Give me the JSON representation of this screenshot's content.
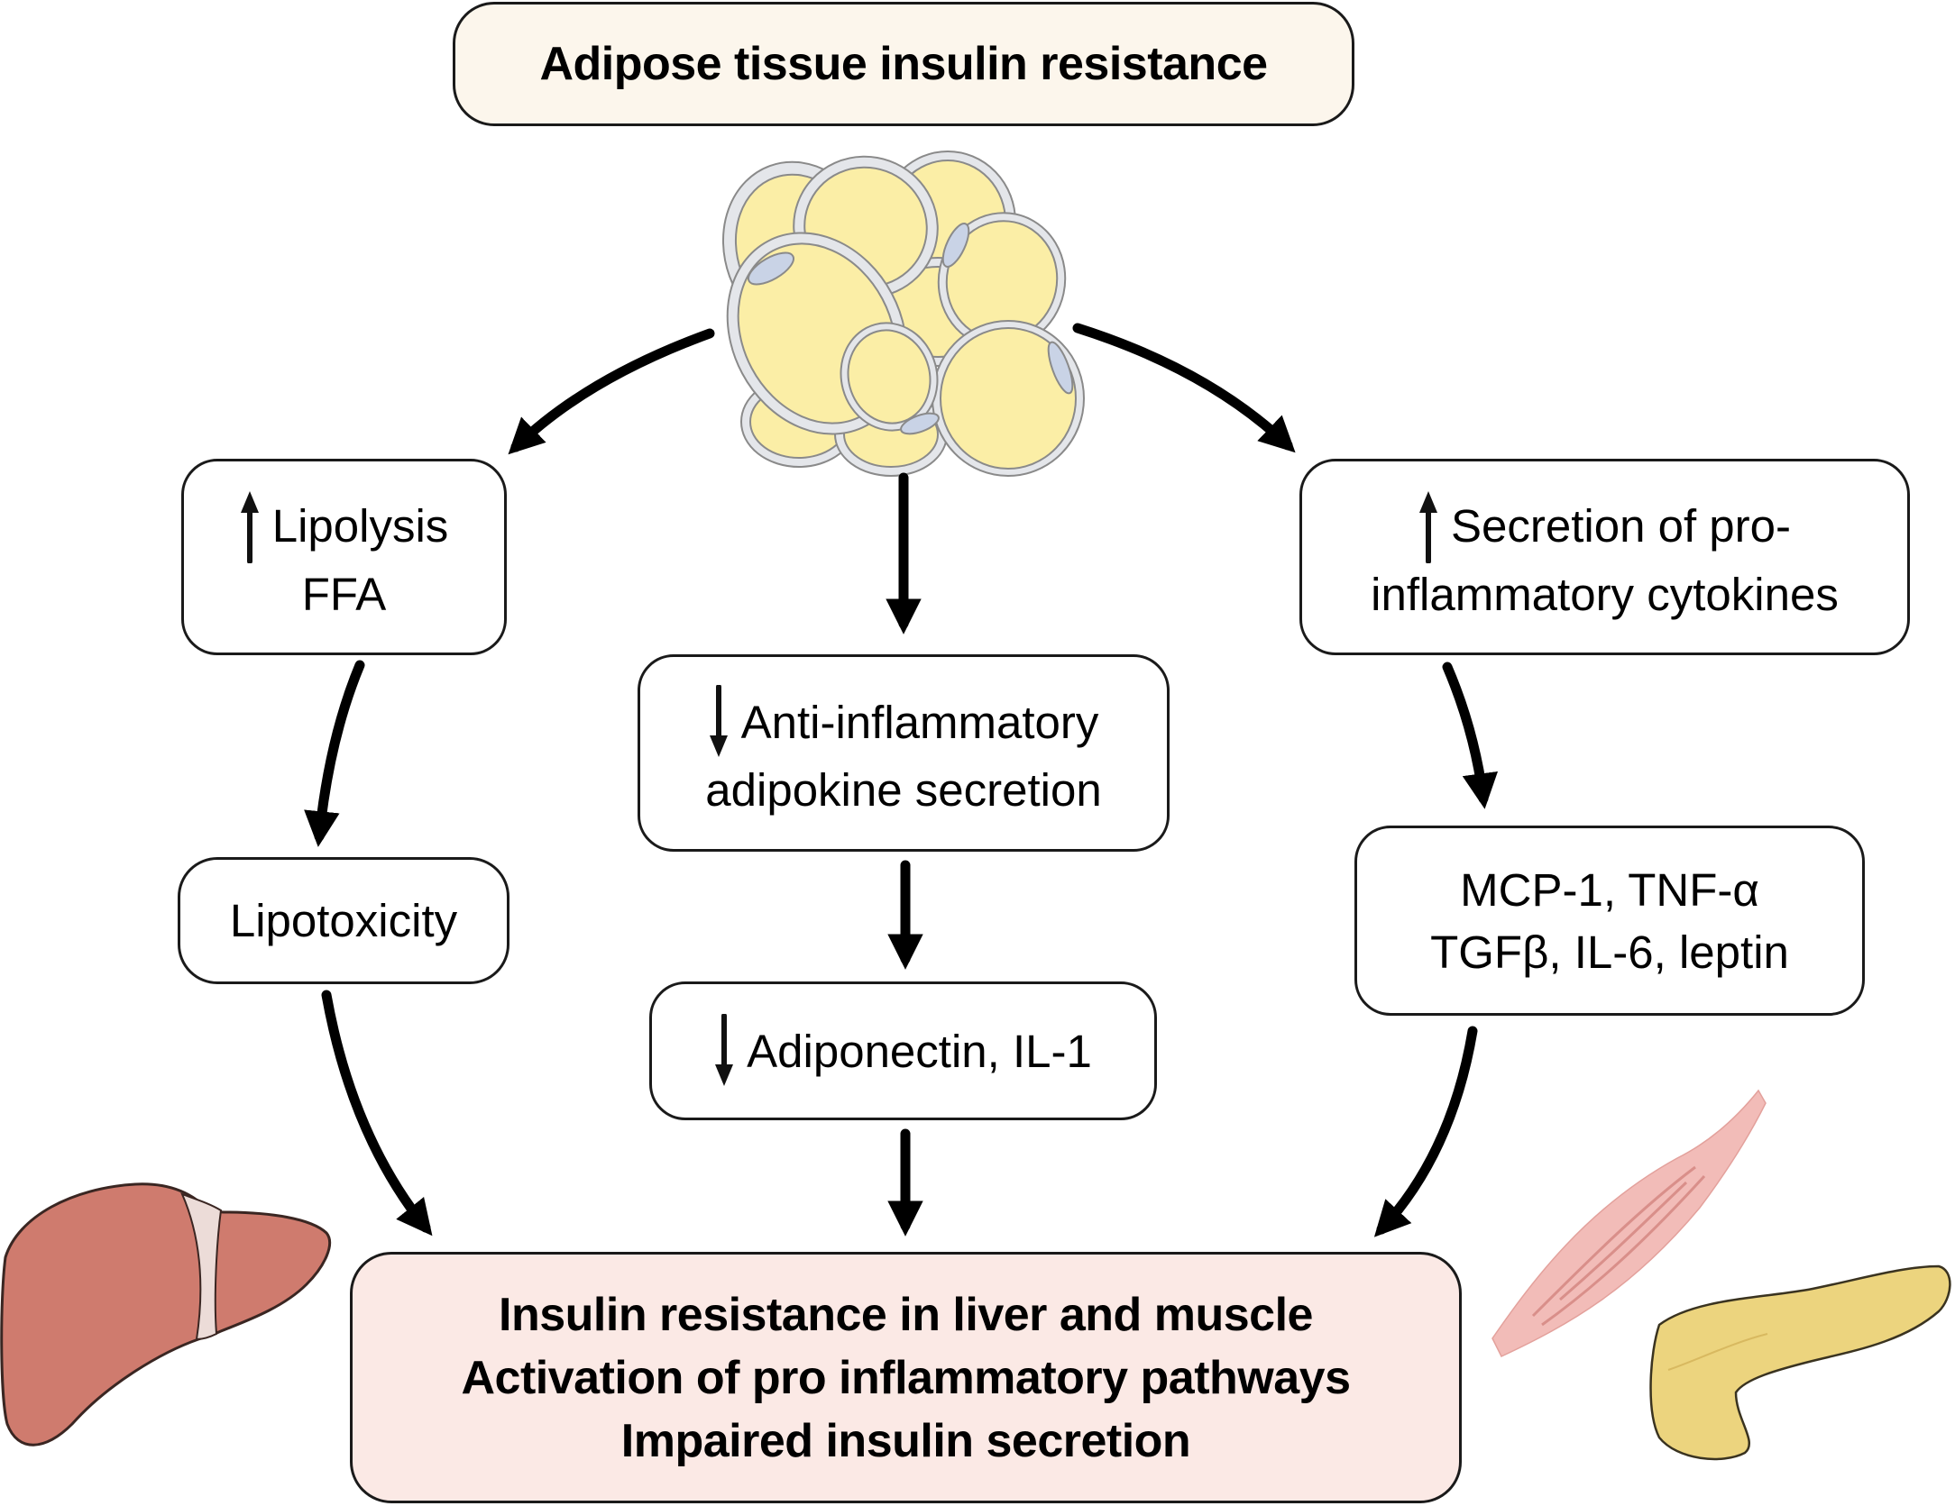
{
  "title": "Adipose tissue insulin resistance",
  "nodes": {
    "lipolysis": {
      "direction": "increase",
      "lines": [
        "Lipolysis",
        "FFA"
      ]
    },
    "secretion": {
      "direction": "increase",
      "lines": [
        "Secretion of pro-",
        "inflammatory cytokines"
      ]
    },
    "anti_inflammatory": {
      "direction": "decrease",
      "lines": [
        "Anti-inflammatory",
        "adipokine secretion"
      ]
    },
    "lipotoxicity": {
      "lines": [
        "Lipotoxicity"
      ]
    },
    "adiponectin": {
      "direction": "decrease",
      "lines": [
        "Adiponectin, IL-1"
      ]
    },
    "cytokines": {
      "lines": [
        "MCP-1, TNF-α",
        "TGFβ, IL-6, leptin"
      ]
    }
  },
  "outcome": {
    "lines": [
      "Insulin resistance in liver and muscle",
      "Activation of pro inflammatory pathways",
      "Impaired insulin secretion"
    ]
  },
  "illustrations": {
    "adipose_cells": "adipocyte-cluster-icon",
    "liver": "liver-icon",
    "muscle": "muscle-icon",
    "pancreas": "pancreas-icon"
  },
  "colors": {
    "title_fill": "#fcf6ec",
    "outcome_fill": "#fbe9e5",
    "adipocyte_fill": "#fbeea6",
    "adipocyte_membrane": "#e4e6ea",
    "nucleus": "#c9d3e6",
    "liver": "#cf7b6e",
    "muscle": "#f2bcb8",
    "pancreas": "#ecd47e"
  }
}
